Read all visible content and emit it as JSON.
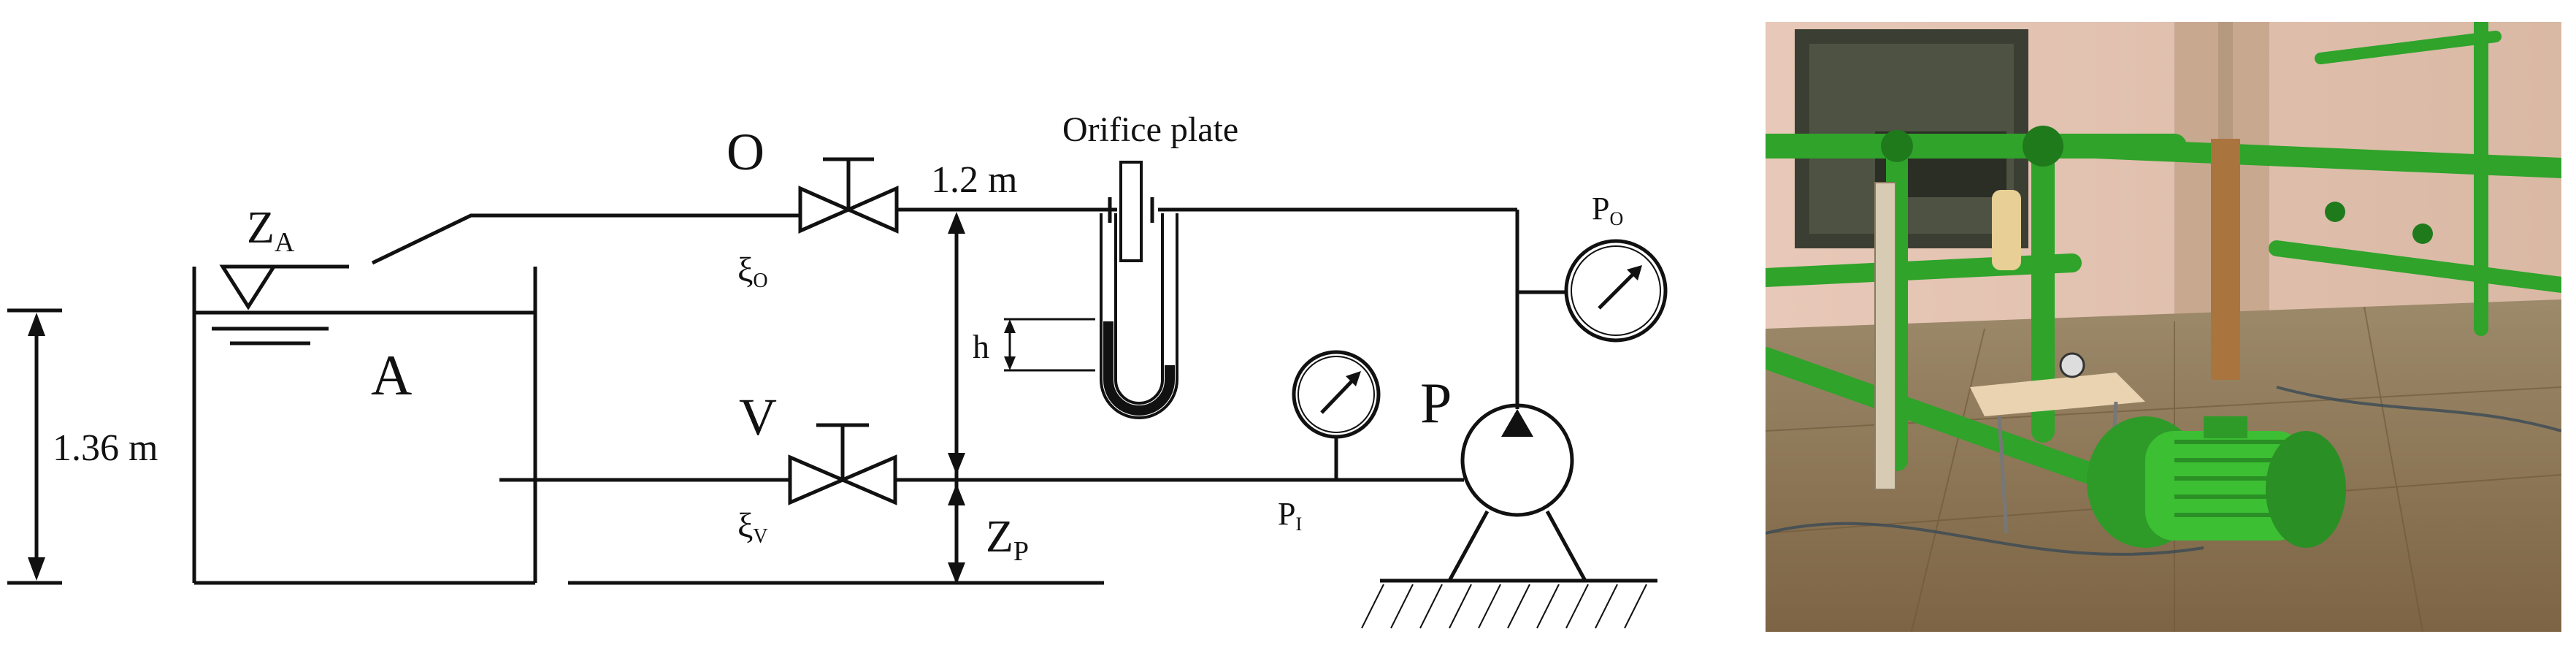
{
  "labels": {
    "valve_o": "O",
    "valve_v": "V",
    "tank": "A",
    "pump": "P",
    "orifice_plate": "Orifice plate",
    "pipe_length": "1.2 m",
    "tank_height": "1.36 m",
    "manometer_h": "h",
    "level_z": "Z",
    "level_z_sub": "A",
    "pump_z": "Z",
    "pump_z_sub": "P",
    "xi": "ξ",
    "xi_o_sub": "O",
    "xi_v_sub": "V",
    "p": "P",
    "p_in_sub": "I",
    "p_out_sub": "O"
  },
  "colors": {
    "line": "#111111",
    "pipe_green": "#2fa32a",
    "motor_green": "#3cbf33",
    "floor": "#8a7350"
  }
}
